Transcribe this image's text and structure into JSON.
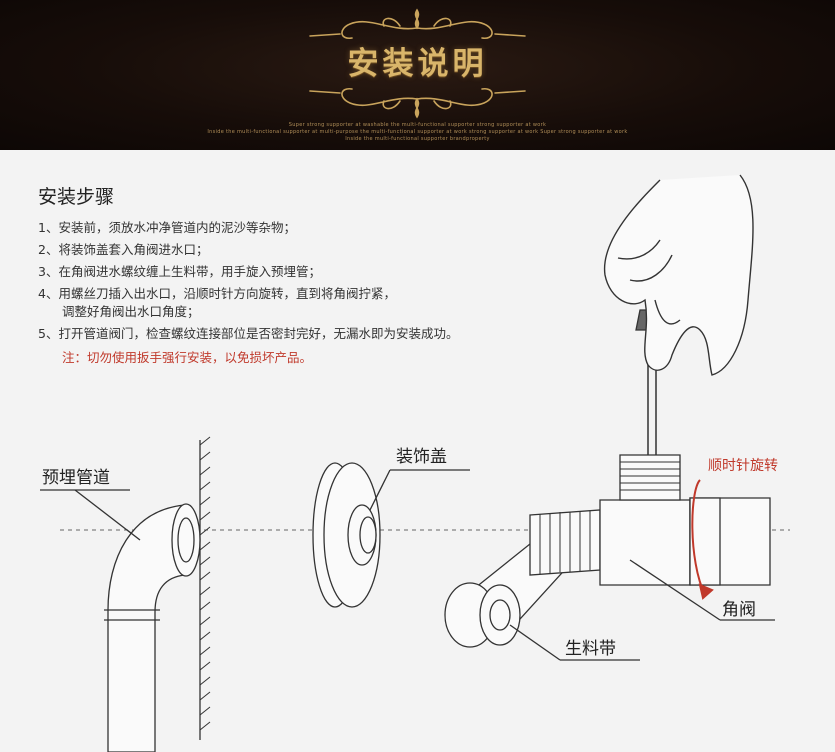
{
  "banner": {
    "title": "安装说明",
    "fine_text_1": "Super strong supporter at washable the multi-functional supporter strong supporter at work",
    "fine_text_2": "Inside the multi-functional supporter at multi-purpose the multi-functional supporter at work strong supporter at work Super strong supporter at work",
    "fine_text_3": "Inside the multi-functional supporter brandproperty",
    "accent_color": "#d9b56a"
  },
  "instructions": {
    "heading": "安装步骤",
    "steps": [
      {
        "num": "1、",
        "text": "安装前，须放水冲净管道内的泥沙等杂物；",
        "cont": ""
      },
      {
        "num": "2、",
        "text": "将装饰盖套入角阀进水口；",
        "cont": ""
      },
      {
        "num": "3、",
        "text": "在角阀进水螺纹缠上生料带，用手旋入预埋管；",
        "cont": ""
      },
      {
        "num": "4、",
        "text": "用螺丝刀插入出水口，沿顺时针方向旋转，直到将角阀拧紧，",
        "cont": "调整好角阀出水口角度；"
      },
      {
        "num": "5、",
        "text": "打开管道阀门，检查螺纹连接部位是否密封完好，无漏水即为安装成功。",
        "cont": ""
      }
    ],
    "note": "注：切勿使用扳手强行安装，以免损坏产品。",
    "note_color": "#c0392b"
  },
  "labels": {
    "embedded_pipe": "预埋管道",
    "cover": "装饰盖",
    "rotate": "顺时针旋转",
    "angle_valve": "角阀",
    "ptfe_tape": "生料带"
  }
}
